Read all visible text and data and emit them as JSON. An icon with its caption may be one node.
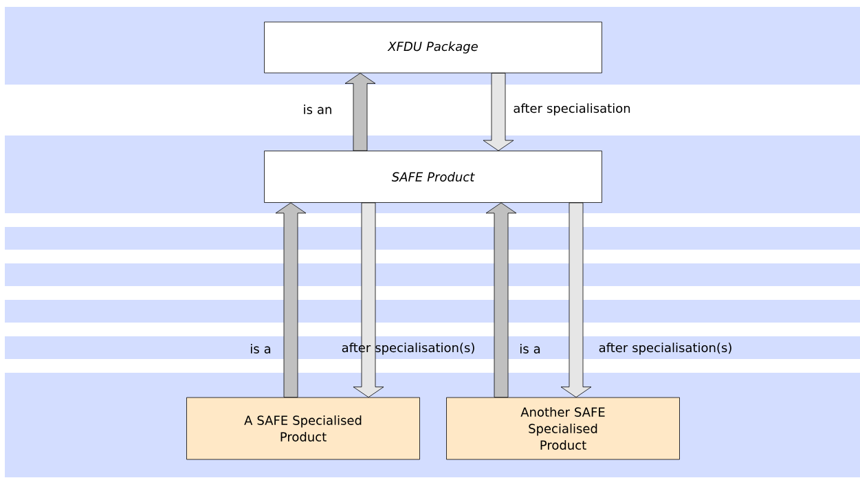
{
  "diagram": {
    "nodes": [
      {
        "text": [
          "XFDU Package"
        ]
      },
      {
        "text": [
          "SAFE Product"
        ]
      },
      {
        "text": [
          "A SAFE Specialised Product"
        ]
      },
      {
        "text": [
          "Another SAFE Specialised Product"
        ]
      }
    ],
    "edges": [
      {
        "from": 1,
        "to": 0,
        "arrow": "to",
        "label": "is an"
      },
      {
        "from": 0,
        "to": 1,
        "arrow": "to",
        "label": "after specialisation",
        "color": "#e6e6e6"
      },
      {
        "from": 2,
        "to": 1,
        "arrow": "to",
        "label": "is a"
      },
      {
        "from": 1,
        "to": 2,
        "arrow": "to",
        "label": "after specialisation(s)",
        "color": "#e6e6e6"
      },
      {
        "from": 3,
        "to": 1,
        "arrow": "to",
        "label": "is a"
      },
      {
        "from": 1,
        "to": 3,
        "arrow": "to",
        "label": "after specialisation(s)",
        "color": "#e6e6e6"
      }
    ]
  }
}
